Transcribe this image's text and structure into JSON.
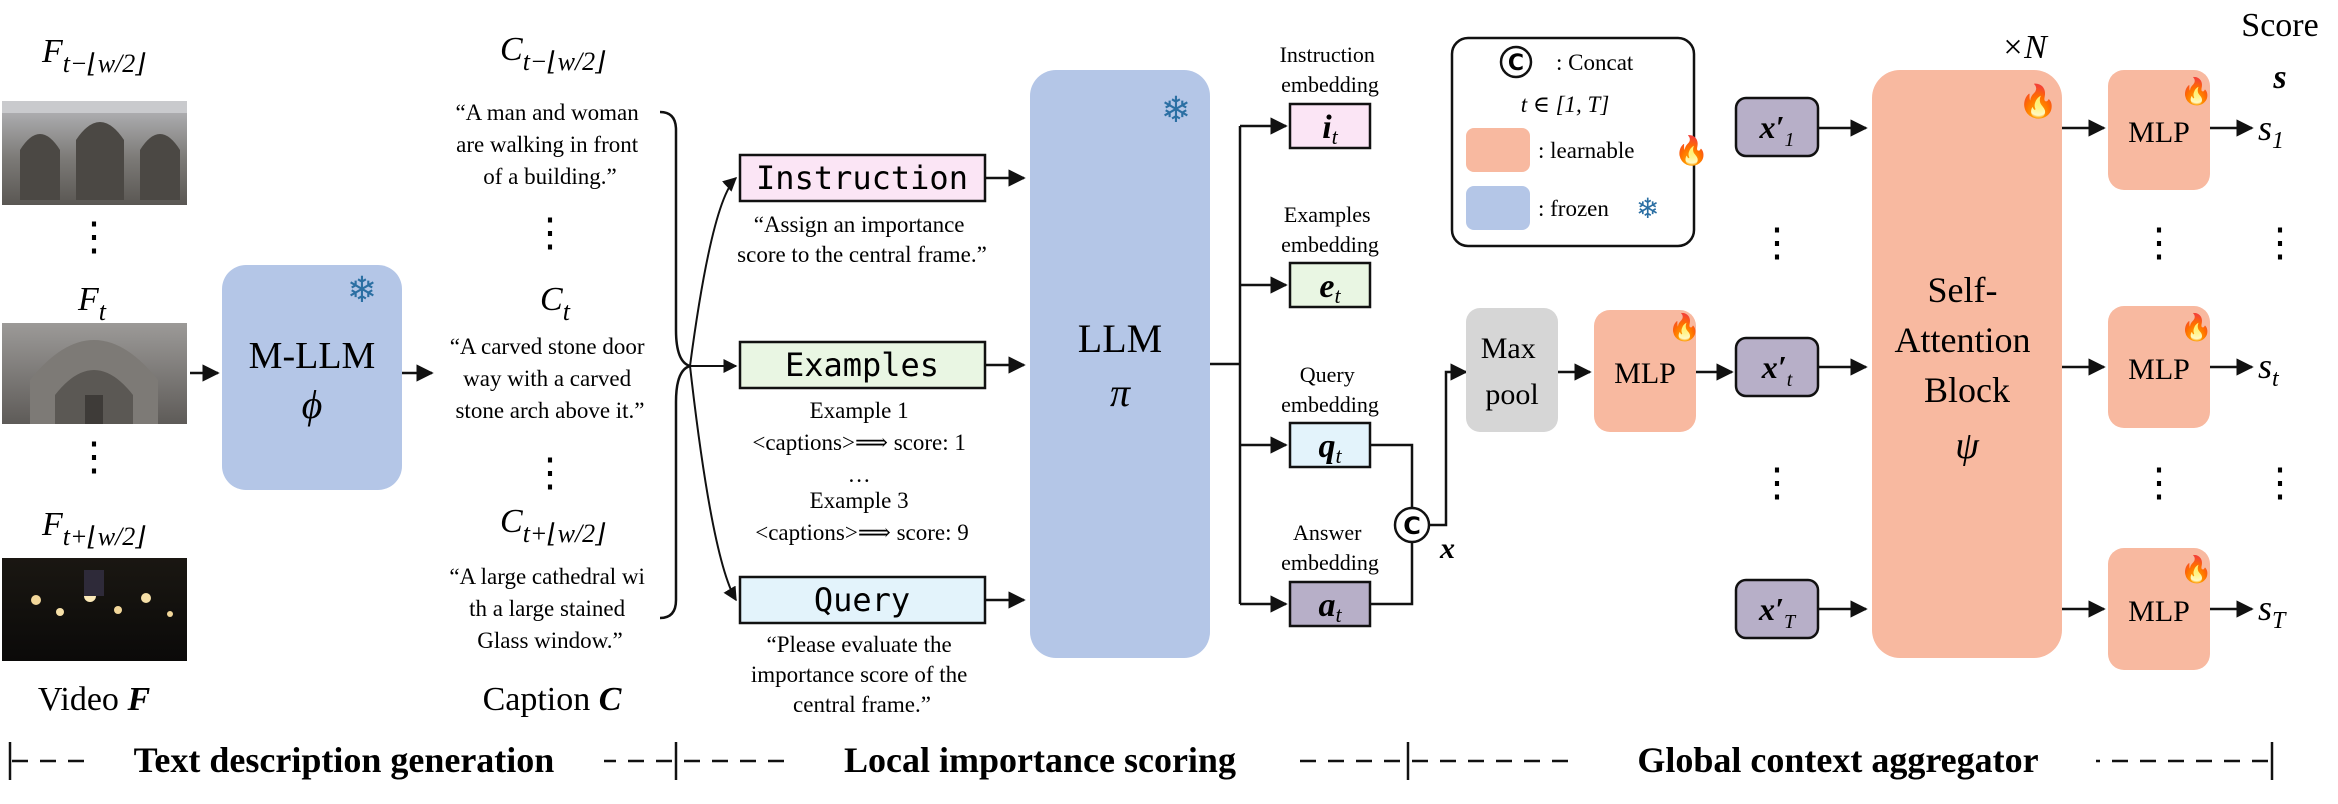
{
  "video": {
    "frame_top_label": "F",
    "frame_top_sub": "t−⌊w/2⌋",
    "frame_mid_label": "F",
    "frame_mid_sub": "t",
    "frame_bot_label": "F",
    "frame_bot_sub": "t+⌊w/2⌋",
    "caption": "Video",
    "caption_symbol": "F"
  },
  "mllm": {
    "name": "M-LLM",
    "symbol": "ϕ"
  },
  "captions": {
    "top_label": "C",
    "top_sub": "t−⌊w/2⌋",
    "top_text": [
      "“A man and woman",
      "are walking in front",
      "of a building.”"
    ],
    "mid_label": "C",
    "mid_sub": "t",
    "mid_text": [
      "“A carved stone door",
      "way with a carved",
      "stone arch above it.”"
    ],
    "bot_label": "C",
    "bot_sub": "t+⌊w/2⌋",
    "bot_text": [
      "“A large cathedral wi",
      "th a large stained",
      "Glass window.”"
    ],
    "caption": "Caption",
    "caption_symbol": "C"
  },
  "prompts": {
    "instruction_label": "Instruction",
    "instruction_text": [
      "“Assign an importance",
      "score to the central frame.”"
    ],
    "examples_label": "Examples",
    "examples_text": [
      "Example 1",
      "<captions>⟹ score: 1",
      "…",
      "Example 3",
      "<captions>⟹ score: 9"
    ],
    "query_label": "Query",
    "query_text": [
      "“Please evaluate the",
      "importance score of the",
      "central frame.”"
    ]
  },
  "llm": {
    "name": "LLM",
    "symbol": "π"
  },
  "embeddings": {
    "instruction_title": [
      "Instruction",
      "embedding"
    ],
    "instruction_symbol": "i",
    "instruction_sub": "t",
    "examples_title": [
      "Examples",
      "embedding"
    ],
    "examples_symbol": "e",
    "examples_sub": "t",
    "query_title": [
      "Query",
      "embedding"
    ],
    "query_symbol": "q",
    "query_sub": "t",
    "answer_title": [
      "Answer",
      "embedding"
    ],
    "answer_symbol": "a",
    "answer_sub": "t",
    "concat_symbol": "C",
    "concat_output": "x"
  },
  "legend": {
    "concat_symbol": "C",
    "concat_label": ": Concat",
    "range_label": "t ∈ [1, T]",
    "learnable_label": ": learnable",
    "frozen_label": ": frozen"
  },
  "aggregator": {
    "maxpool_lines": [
      "Max",
      "pool"
    ],
    "mlp_label": "MLP",
    "x_top": "x′",
    "x_top_sub": "1",
    "x_mid": "x′",
    "x_mid_sub": "t",
    "x_bot": "x′",
    "x_bot_sub": "T",
    "repeat_label": "×N",
    "attention_lines": [
      "Self-",
      "Attention",
      "Block"
    ],
    "attention_symbol": "ψ",
    "score_title": "Score",
    "score_symbol": "s",
    "s_top": "s",
    "s_top_sub": "1",
    "s_mid": "s",
    "s_mid_sub": "t",
    "s_bot": "s",
    "s_bot_sub": "T"
  },
  "sections": {
    "text_generation": "Text description generation",
    "local_scoring": "Local importance scoring",
    "global_aggregator": "Global context aggregator"
  },
  "colors": {
    "frozen": "#b4c6e7",
    "learnable": "#f8b9a0",
    "instruction_fill": "#fbe5f5",
    "examples_fill": "#e9f6e3",
    "query_fill": "#e3f3fb",
    "x_fill": "#b7afc8",
    "maxpool_fill": "#d6d6d6"
  }
}
